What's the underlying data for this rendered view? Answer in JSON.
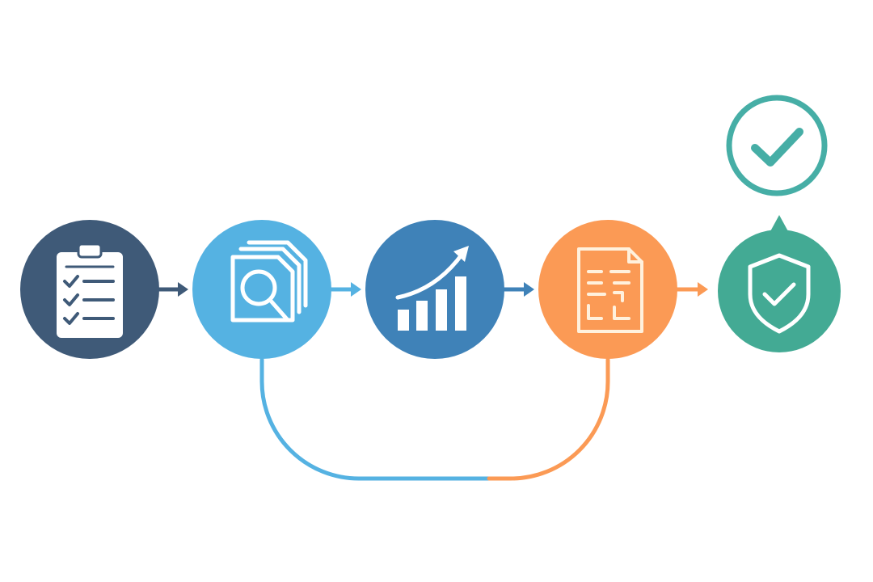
{
  "colors": {
    "step_checklist": "#3f5a78",
    "step_review": "#55b2e2",
    "step_growth": "#3f82b8",
    "step_document": "#fb9a55",
    "step_security": "#43aa94",
    "approval": "#46aea6",
    "icon_fill": "#ffffff",
    "document_icon_fill": "#fff1dd",
    "loop_blue": "#55b2e2",
    "loop_orange": "#fb9a55"
  },
  "steps": [
    {
      "id": "checklist",
      "icon": "clipboard-checklist-icon"
    },
    {
      "id": "review",
      "icon": "document-search-icon"
    },
    {
      "id": "growth",
      "icon": "growth-chart-icon"
    },
    {
      "id": "document",
      "icon": "document-icon"
    },
    {
      "id": "security",
      "icon": "shield-check-icon"
    }
  ],
  "approval": {
    "icon": "checkmark-circle-icon"
  },
  "feedback_loop": {
    "from": "document",
    "to": "review"
  }
}
